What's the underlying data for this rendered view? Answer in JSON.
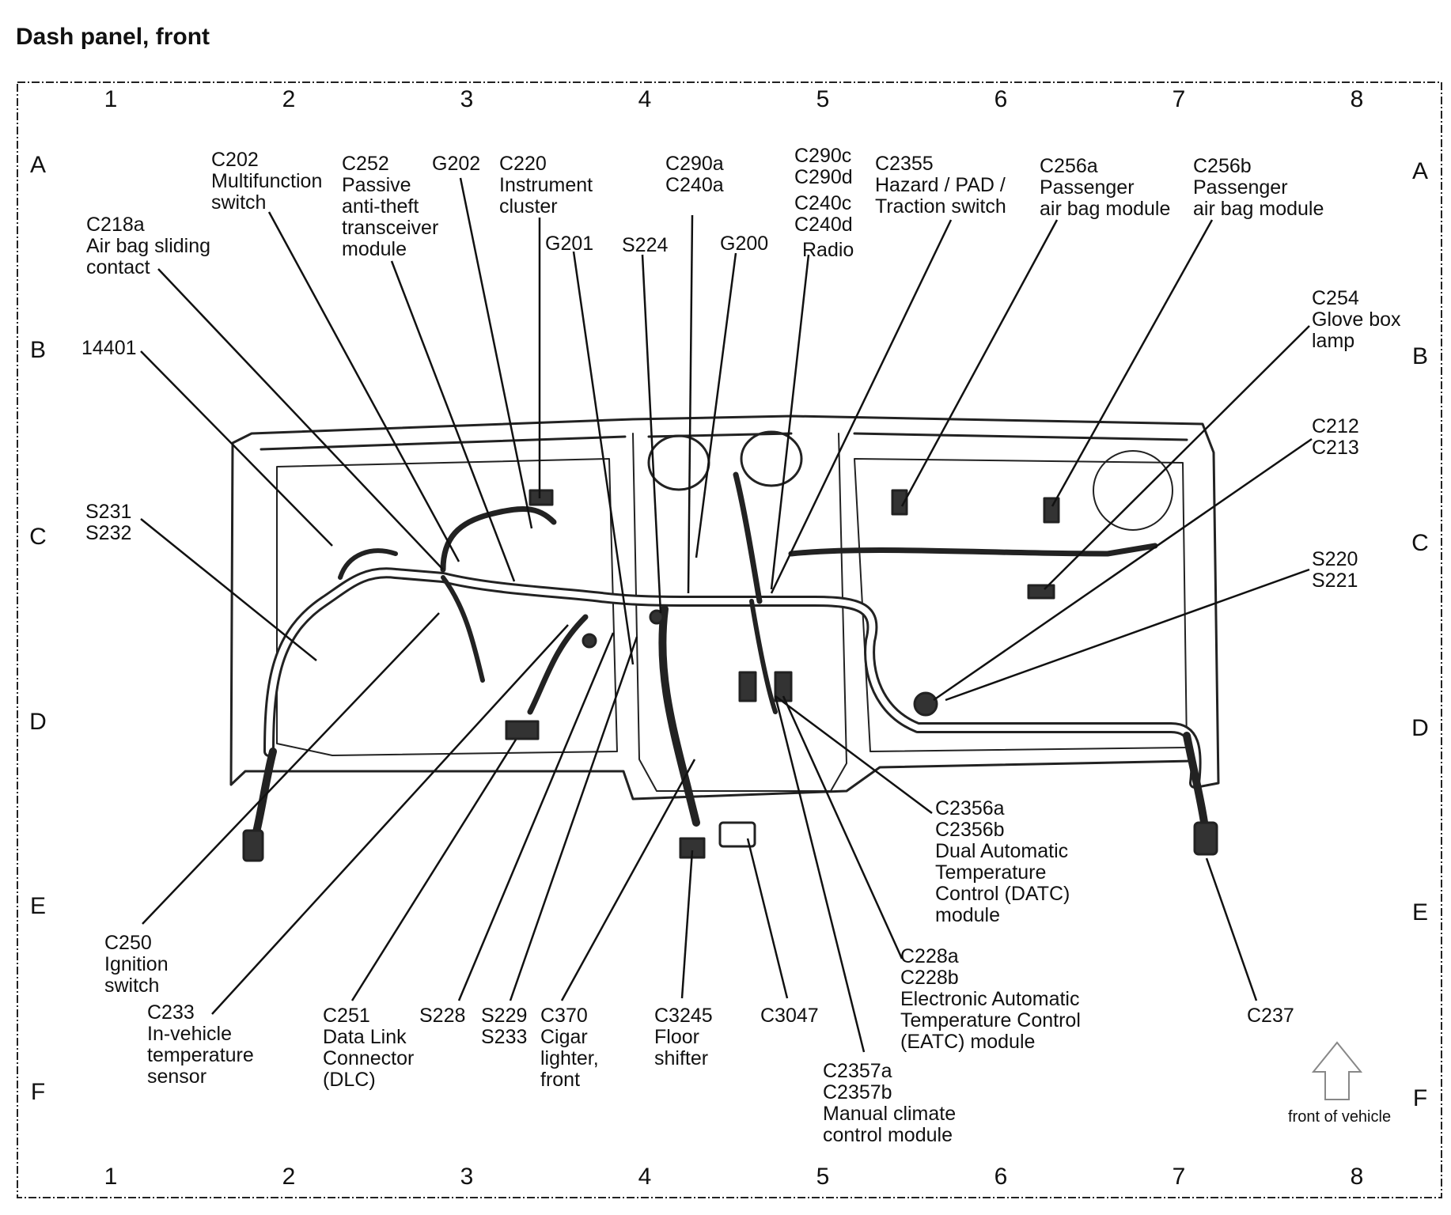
{
  "title": "Dash panel, front",
  "columns": [
    "1",
    "2",
    "3",
    "4",
    "5",
    "6",
    "7",
    "8"
  ],
  "rows": [
    "A",
    "B",
    "C",
    "D",
    "E",
    "F"
  ],
  "labels": {
    "c202": [
      "C202",
      "Multifunction",
      "switch"
    ],
    "c252": [
      "C252",
      "Passive",
      "anti-theft",
      "transceiver",
      "module"
    ],
    "g202": [
      "G202"
    ],
    "c220": [
      "C220",
      "Instrument",
      "cluster"
    ],
    "c290a": [
      "C290a",
      "C240a"
    ],
    "c290c": [
      "C290c",
      "C290d"
    ],
    "c240c": [
      "C240c",
      "C240d"
    ],
    "radio": [
      "Radio"
    ],
    "c2355": [
      "C2355",
      "Hazard / PAD /",
      "Traction switch"
    ],
    "c256a": [
      "C256a",
      "Passenger",
      "air bag module"
    ],
    "c256b": [
      "C256b",
      "Passenger",
      "air bag module"
    ],
    "c218a": [
      "C218a",
      "Air bag sliding",
      "contact"
    ],
    "g201": [
      "G201"
    ],
    "s224": [
      "S224"
    ],
    "g200": [
      "G200"
    ],
    "c254": [
      "C254",
      "Glove box",
      "lamp"
    ],
    "n14401": [
      "14401"
    ],
    "c212": [
      "C212",
      "C213"
    ],
    "s231": [
      "S231",
      "S232"
    ],
    "s220": [
      "S220",
      "S221"
    ],
    "c2356": [
      "C2356a",
      "C2356b",
      "Dual Automatic",
      "Temperature",
      "Control (DATC)",
      "module"
    ],
    "c250": [
      "C250",
      "Ignition",
      "switch"
    ],
    "c233": [
      "C233",
      "In-vehicle",
      "temperature",
      "sensor"
    ],
    "c251": [
      "C251",
      "Data Link",
      "Connector",
      "(DLC)"
    ],
    "s228": [
      "S228"
    ],
    "s229": [
      "S229",
      "S233"
    ],
    "c370": [
      "C370",
      "Cigar",
      "lighter,",
      "front"
    ],
    "c3245": [
      "C3245",
      "Floor",
      "shifter"
    ],
    "c3047": [
      "C3047"
    ],
    "c228": [
      "C228a",
      "C228b",
      "Electronic Automatic",
      "Temperature Control",
      "(EATC) module"
    ],
    "c2357": [
      "C2357a",
      "C2357b",
      "Manual climate",
      "control module"
    ],
    "c237": [
      "C237"
    ]
  },
  "front_of_vehicle": "front of vehicle"
}
